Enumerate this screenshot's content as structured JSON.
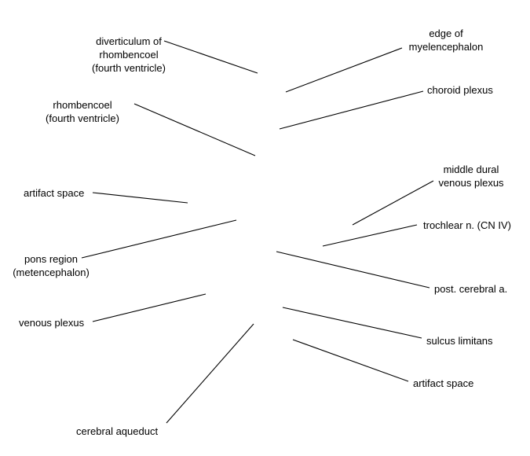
{
  "line_color": "#000000",
  "labels": {
    "diverticulum": [
      "diverticulum of",
      "rhombencoel",
      "(fourth ventricle)"
    ],
    "rhombencoel": [
      "rhombencoel",
      "(fourth ventricle)"
    ],
    "artifact_left": "artifact space",
    "pons": [
      "pons region",
      "(metencephalon)"
    ],
    "venous_plexus": "venous plexus",
    "cerebral_aqueduct": "cerebral aqueduct",
    "edge_myelencephalon": [
      "edge of",
      "myelencephalon"
    ],
    "choroid_plexus": "choroid plexus",
    "middle_dural": [
      "middle dural",
      "venous plexus"
    ],
    "trochlear": "trochlear n. (CN IV)",
    "post_cerebral": "post. cerebral a.",
    "sulcus_limitans": "sulcus limitans",
    "artifact_right": "artifact space"
  }
}
